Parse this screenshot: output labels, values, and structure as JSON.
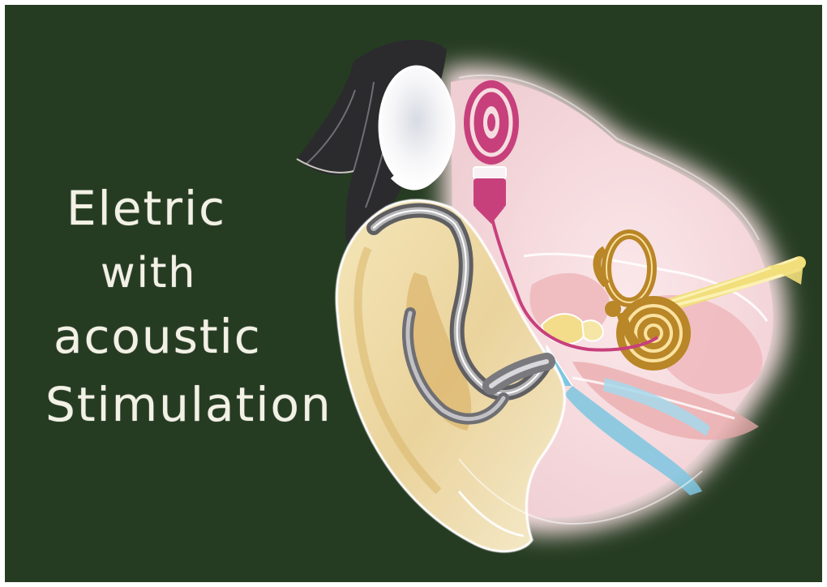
{
  "headline": {
    "line1": "Eletric",
    "line2": "with",
    "line3": "acoustic",
    "line4": "Stimulation"
  },
  "colors": {
    "chalkboard": "#263c22",
    "chalk_text": "#f3f1e6",
    "inner_ear_tissue": "#f6dde0",
    "cochlea": "#b98628",
    "implant_processor": "#c7407c",
    "auricle_skin": "#ecd9a6",
    "hearing_aid_tube": "#8e8e90",
    "nerve": "#f2de7a",
    "eustachian_tube": "#7cc6e0"
  },
  "icons": [
    "hair-icon",
    "implant-magnet-coil-icon",
    "speech-processor-icon",
    "auricle-icon",
    "cochlea-icon",
    "semicircular-canals-icon",
    "auditory-nerve-icon",
    "eardrum-icon",
    "eustachian-tube-icon"
  ]
}
